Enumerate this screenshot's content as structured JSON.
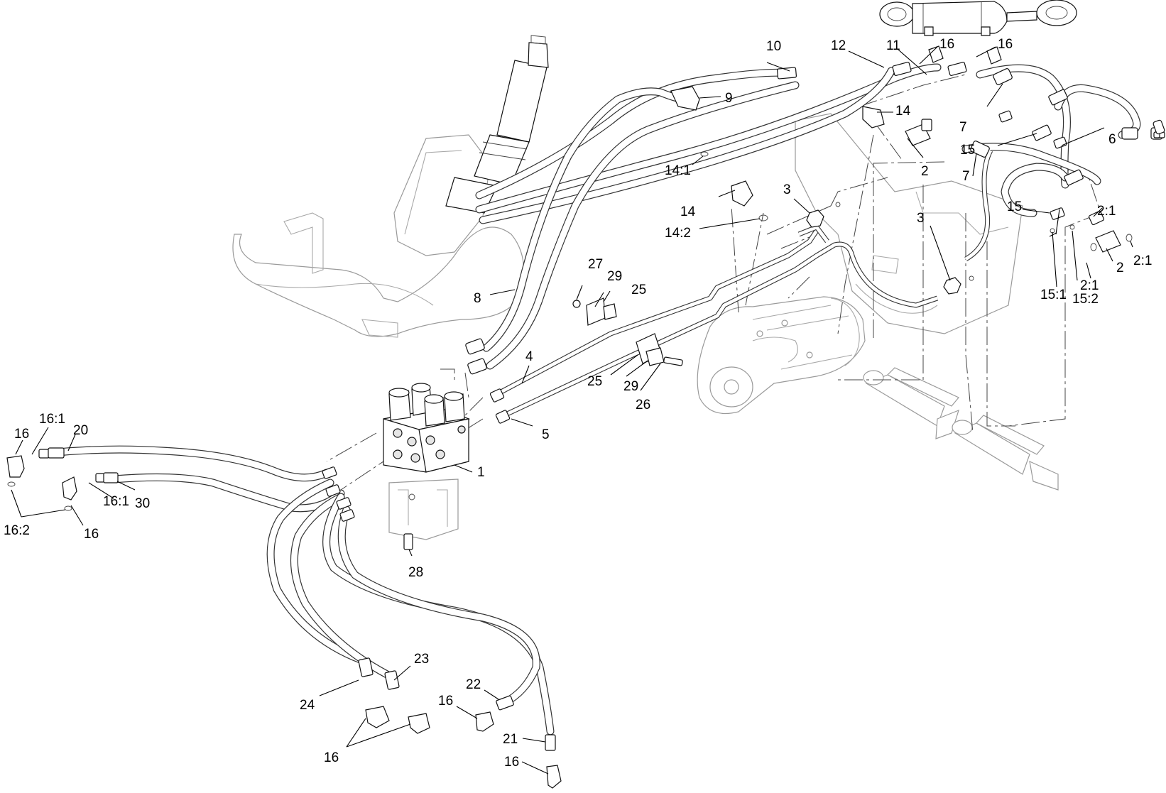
{
  "callouts": [
    {
      "id": "1",
      "text": "1"
    },
    {
      "id": "2a",
      "text": "2"
    },
    {
      "id": "2b",
      "text": "2"
    },
    {
      "id": "2-1a",
      "text": "2:1"
    },
    {
      "id": "2-1b",
      "text": "2:1"
    },
    {
      "id": "2-1c",
      "text": "2:1"
    },
    {
      "id": "3a",
      "text": "3"
    },
    {
      "id": "3b",
      "text": "3"
    },
    {
      "id": "4",
      "text": "4"
    },
    {
      "id": "5",
      "text": "5"
    },
    {
      "id": "6",
      "text": "6"
    },
    {
      "id": "7a",
      "text": "7"
    },
    {
      "id": "7b",
      "text": "7"
    },
    {
      "id": "8",
      "text": "8"
    },
    {
      "id": "9",
      "text": "9"
    },
    {
      "id": "10",
      "text": "10"
    },
    {
      "id": "11",
      "text": "11"
    },
    {
      "id": "12",
      "text": "12"
    },
    {
      "id": "14a",
      "text": "14"
    },
    {
      "id": "14b",
      "text": "14"
    },
    {
      "id": "14-1",
      "text": "14:1"
    },
    {
      "id": "14-2",
      "text": "14:2"
    },
    {
      "id": "15a",
      "text": "15"
    },
    {
      "id": "15b",
      "text": "15"
    },
    {
      "id": "15-1",
      "text": "15:1"
    },
    {
      "id": "15-2",
      "text": "15:2"
    },
    {
      "id": "16a",
      "text": "16"
    },
    {
      "id": "16b",
      "text": "16"
    },
    {
      "id": "16c",
      "text": "16"
    },
    {
      "id": "16d",
      "text": "16"
    },
    {
      "id": "16e",
      "text": "16"
    },
    {
      "id": "16f",
      "text": "16"
    },
    {
      "id": "16g",
      "text": "16"
    },
    {
      "id": "16-1a",
      "text": "16:1"
    },
    {
      "id": "16-1b",
      "text": "16:1"
    },
    {
      "id": "16-2",
      "text": "16:2"
    },
    {
      "id": "20",
      "text": "20"
    },
    {
      "id": "21",
      "text": "21"
    },
    {
      "id": "22",
      "text": "22"
    },
    {
      "id": "23",
      "text": "23"
    },
    {
      "id": "24",
      "text": "24"
    },
    {
      "id": "25a",
      "text": "25"
    },
    {
      "id": "25b",
      "text": "25"
    },
    {
      "id": "26",
      "text": "26"
    },
    {
      "id": "27",
      "text": "27"
    },
    {
      "id": "28",
      "text": "28"
    },
    {
      "id": "29a",
      "text": "29"
    },
    {
      "id": "29b",
      "text": "29"
    },
    {
      "id": "30",
      "text": "30"
    }
  ]
}
